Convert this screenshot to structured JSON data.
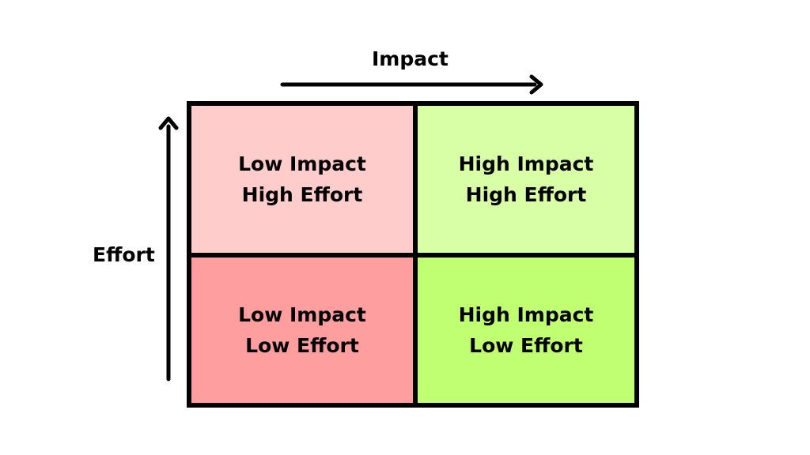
{
  "axes": {
    "x_label": "Impact",
    "y_label": "Effort"
  },
  "quadrants": {
    "top_left": {
      "line1": "Low Impact",
      "line2": "High Effort",
      "color": "#ffcccc"
    },
    "top_right": {
      "line1": "High Impact",
      "line2": "High Effort",
      "color": "#d9ffa6"
    },
    "bottom_left": {
      "line1": "Low Impact",
      "line2": "Low Effort",
      "color": "#ff9e9e"
    },
    "bottom_right": {
      "line1": "High Impact",
      "line2": "Low Effort",
      "color": "#c1ff72"
    }
  }
}
